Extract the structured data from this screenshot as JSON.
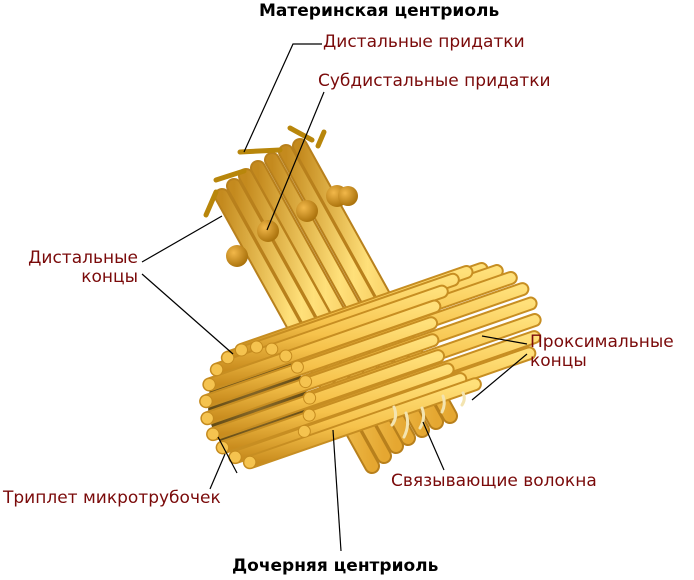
{
  "title_mother": "Материнская центриоль",
  "title_daughter": "Дочерняя центриоль",
  "labels": {
    "distal_appendages": "Дистальные придатки",
    "subdistal_appendages": "Субдистальные придатки",
    "distal_ends_line1": "Дистальные",
    "distal_ends_line2": "концы",
    "proximal_ends_line1": "Проксимальные",
    "proximal_ends_line2": "концы",
    "linker_fibers": "Связывающие волокна",
    "microtubule_triplet": "Триплет микротрубочек"
  },
  "colors": {
    "label_text": "#7a0a0a",
    "title_text": "#000000",
    "tube_light": "#ffd86a",
    "tube_mid": "#f0b73a",
    "tube_dark": "#b07a18",
    "appendage": "#b8860b",
    "sphere": "#c98a0f",
    "leader_line": "#000000"
  }
}
